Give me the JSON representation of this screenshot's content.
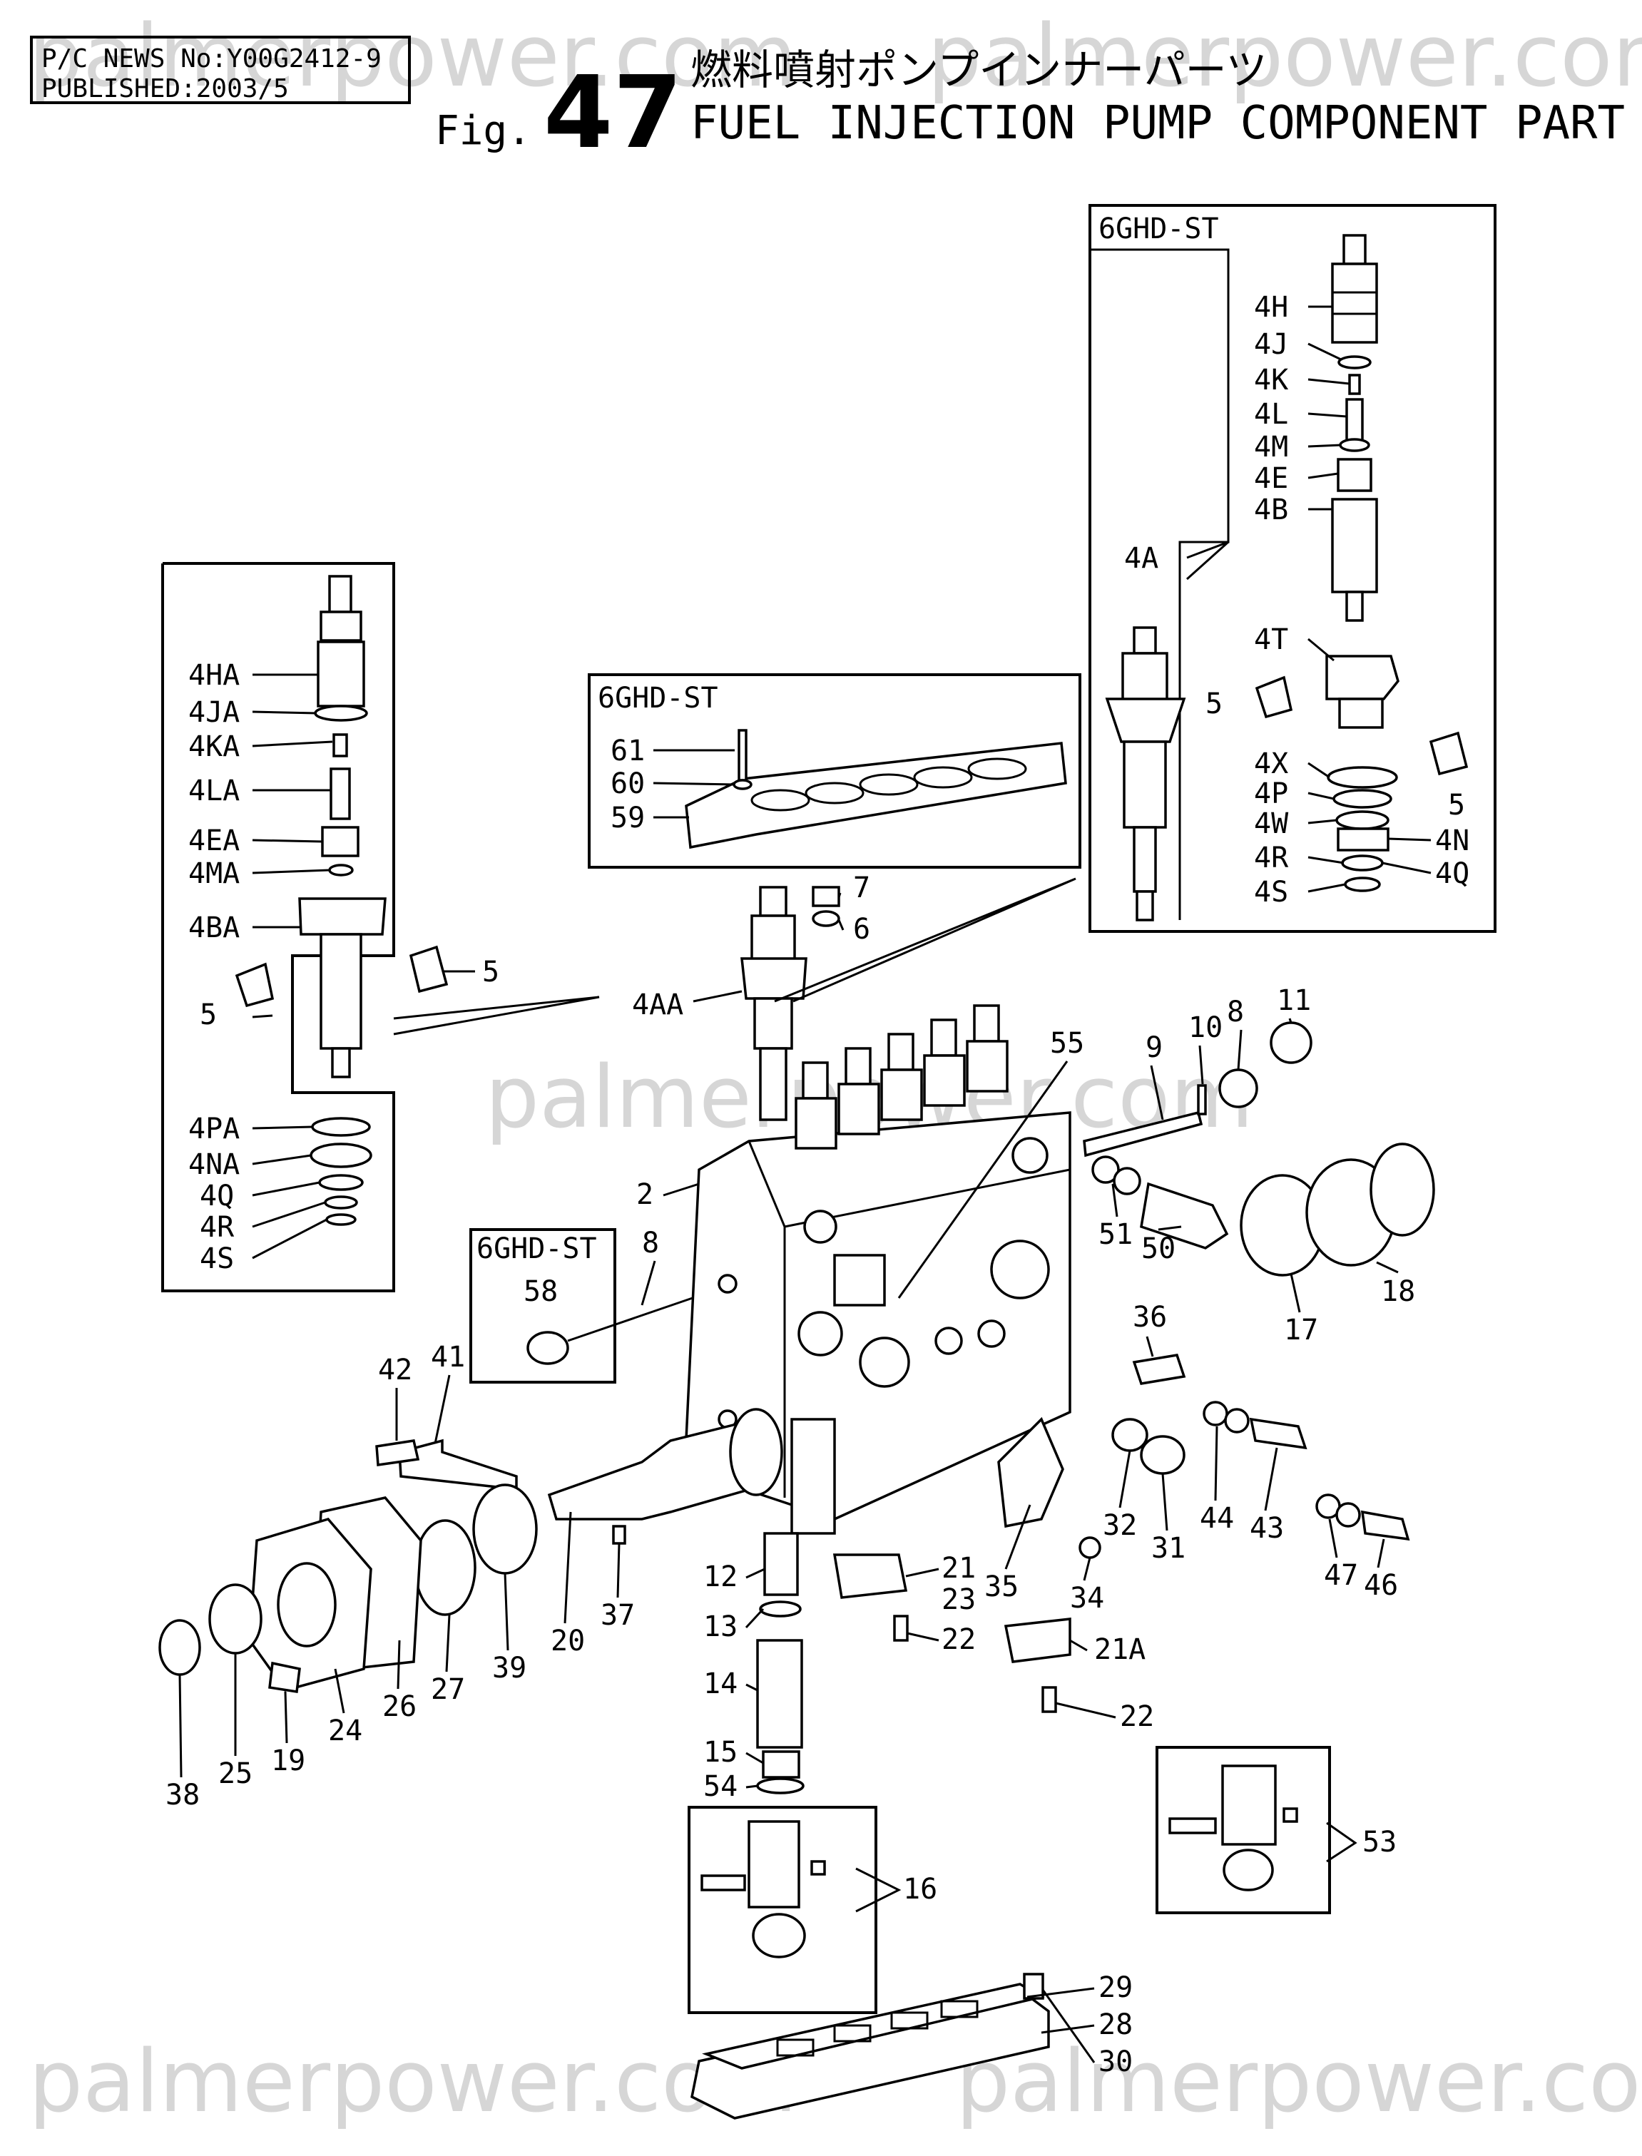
{
  "header": {
    "news_no": "P/C NEWS No:Y00G2412-9",
    "published": "PUBLISHED:2003/5",
    "fig_prefix": "Fig.",
    "fig_number": "47",
    "title_jp": "燃料噴射ポンプインナーパーツ",
    "title_en": "FUEL INJECTION PUMP COMPONENT PART"
  },
  "watermarks": [
    "palmerpower.com",
    "palmerpower.com",
    "palmerpower.com",
    "palmerpower.com",
    "palmerpower.com"
  ],
  "boxes": {
    "top_right": "6GHD-ST",
    "top_center": "6GHD-ST",
    "mid_left": "6GHD-ST"
  },
  "labels": {
    "4H": "4H",
    "4J": "4J",
    "4K": "4K",
    "4L": "4L",
    "4M": "4M",
    "4E": "4E",
    "4B": "4B",
    "4A": "4A",
    "4T": "4T",
    "5a": "5",
    "5b": "5",
    "5c": "5",
    "5d": "5",
    "4X": "4X",
    "4P": "4P",
    "4W": "4W",
    "4N": "4N",
    "4R": "4R",
    "4Q": "4Q",
    "4S": "4S",
    "4HA": "4HA",
    "4JA": "4JA",
    "4KA": "4KA",
    "4LA": "4LA",
    "4EA": "4EA",
    "4MA": "4MA",
    "4BA": "4BA",
    "4PA": "4PA",
    "4NA": "4NA",
    "4Q2": "4Q",
    "4R2": "4R",
    "4S2": "4S",
    "4AA": "4AA",
    "61": "61",
    "60": "60",
    "59": "59",
    "7": "7",
    "6": "6",
    "55": "55",
    "9": "9",
    "10": "10",
    "8a": "8",
    "11": "11",
    "2": "2",
    "51": "51",
    "50": "50",
    "18": "18",
    "17": "17",
    "58": "58",
    "8b": "8",
    "36": "36",
    "42": "42",
    "41": "41",
    "44": "44",
    "43": "43",
    "47": "47",
    "46": "46",
    "32": "32",
    "31": "31",
    "34": "34",
    "35": "35",
    "21": "21",
    "23": "23",
    "21A": "21A",
    "22a": "22",
    "22b": "22",
    "12": "12",
    "13": "13",
    "14": "14",
    "15": "15",
    "54": "54",
    "16": "16",
    "53": "53",
    "29": "29",
    "28": "28",
    "30": "30",
    "37": "37",
    "20": "20",
    "39": "39",
    "27": "27",
    "26": "26",
    "24": "24",
    "19": "19",
    "25": "25",
    "38": "38"
  },
  "colors": {
    "line": "#000000",
    "watermark": "#d6d6d6",
    "background": "#ffffff"
  }
}
